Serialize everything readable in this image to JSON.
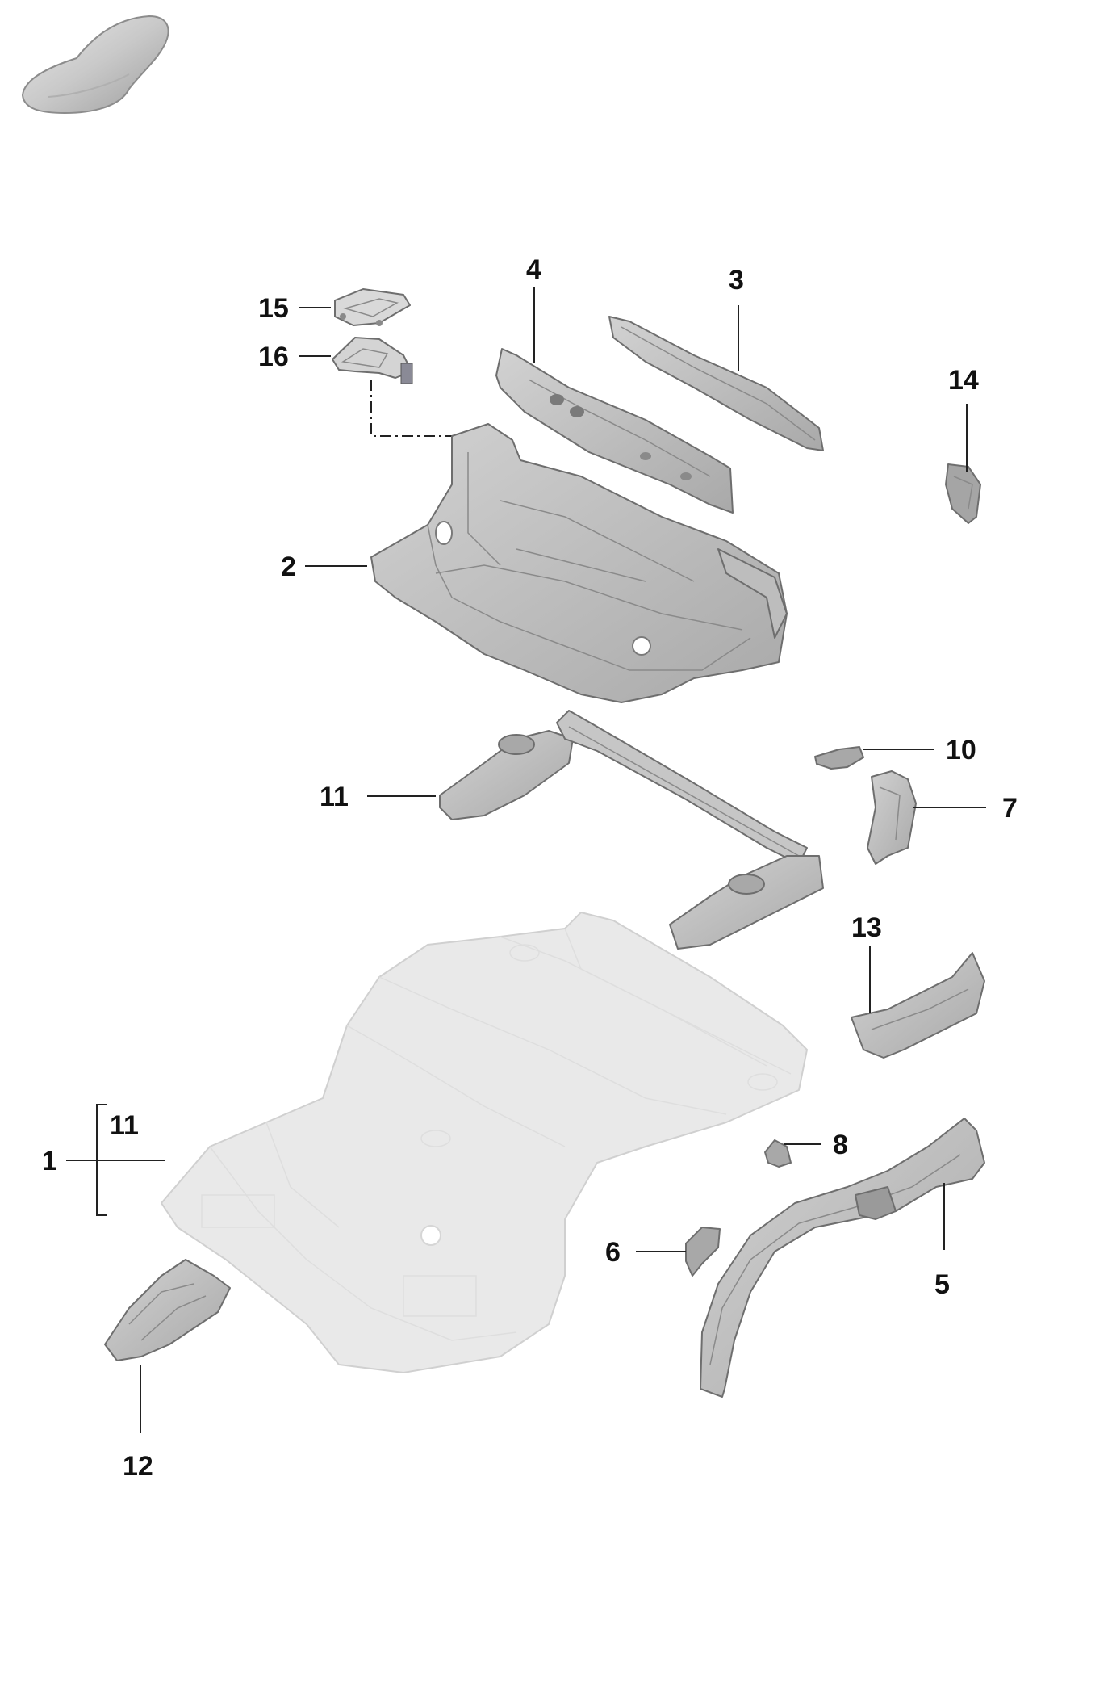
{
  "colors": {
    "part_dark": "#9a9a9a",
    "part_mid": "#b5b5b5",
    "part_fill": "#c4c4c4",
    "ghost_fill": "#e6e6e6",
    "label": "#111111"
  },
  "labels": {
    "l1": "1",
    "l2": "2",
    "l3": "3",
    "l4": "4",
    "l5": "5",
    "l6": "6",
    "l7": "7",
    "l8": "8",
    "l10": "10",
    "l11_top": "11",
    "l11_bracket": "11",
    "l12": "12",
    "l13": "13",
    "l14": "14",
    "l15": "15",
    "l16": "16"
  },
  "icons": {
    "vehicle": "car-silhouette-icon"
  }
}
